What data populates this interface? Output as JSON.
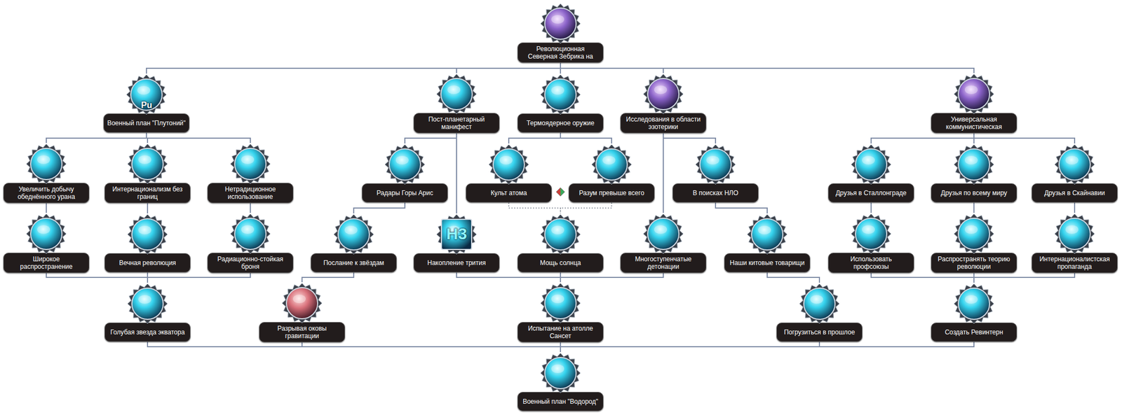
{
  "diagram": {
    "nodes": [
      {
        "text": [
          "Революционная Северная Зебрика на"
        ]
      },
      {
        "text": [
          "Военный план \"Плутоний\""
        ]
      },
      {
        "text": [
          "Пост-планетарный манифест"
        ]
      },
      {
        "text": [
          "Термоядерное оружие"
        ]
      },
      {
        "text": [
          "Исследования в области эзотерики"
        ]
      },
      {
        "text": [
          "Универсальная коммунистическая"
        ]
      },
      {
        "text": [
          "Увеличить добычу обеднённого урана"
        ]
      },
      {
        "text": [
          "Интернационализм без границ"
        ]
      },
      {
        "text": [
          "Нетрадиционное использование"
        ]
      },
      {
        "text": [
          "Радары Горы Арис"
        ]
      },
      {
        "text": [
          "Культ атома"
        ]
      },
      {
        "text": [
          "Разум превыше всего"
        ]
      },
      {
        "text": [
          "В поисках НЛО"
        ]
      },
      {
        "text": [
          "Друзья в Сталлонграде"
        ]
      },
      {
        "text": [
          "Друзья по всему миру"
        ]
      },
      {
        "text": [
          "Друзья в Скайнавии"
        ]
      },
      {
        "text": [
          "Широкое распространение"
        ]
      },
      {
        "text": [
          "Вечная революция"
        ]
      },
      {
        "text": [
          "Радиационно-стойкая броня"
        ]
      },
      {
        "text": [
          "Послание к звёздам"
        ]
      },
      {
        "text": [
          "Накопление трития"
        ]
      },
      {
        "text": [
          "Мощь солнца"
        ]
      },
      {
        "text": [
          "Многоступенчатые детонации"
        ]
      },
      {
        "text": [
          "Наши китовые товарищи"
        ]
      },
      {
        "text": [
          "Использовать профсоюзы"
        ]
      },
      {
        "text": [
          "Распространять теорию революции"
        ]
      },
      {
        "text": [
          "Интернационалистская пропаганда"
        ]
      },
      {
        "text": [
          "Голубая звезда экватора"
        ]
      },
      {
        "text": [
          "Разрывая оковы гравитации"
        ]
      },
      {
        "text": [
          "Испытание на атолле Сансет"
        ]
      },
      {
        "text": [
          "Погрузиться в прошлое"
        ]
      },
      {
        "text": [
          "Создать Ревинтерн"
        ]
      },
      {
        "text": [
          "Военный план \"Водород\""
        ]
      }
    ],
    "edges": [
      {
        "from": 0,
        "to": 1,
        "arrow": "none"
      },
      {
        "from": 0,
        "to": 2,
        "arrow": "none"
      },
      {
        "from": 0,
        "to": 3,
        "arrow": "none"
      },
      {
        "from": 0,
        "to": 4,
        "arrow": "none"
      },
      {
        "from": 0,
        "to": 5,
        "arrow": "none"
      },
      {
        "from": 1,
        "to": 6,
        "arrow": "none"
      },
      {
        "from": 1,
        "to": 7,
        "arrow": "none"
      },
      {
        "from": 1,
        "to": 8,
        "arrow": "none"
      },
      {
        "from": 2,
        "to": 9,
        "arrow": "none"
      },
      {
        "from": 2,
        "to": 20,
        "arrow": "none"
      },
      {
        "from": 3,
        "to": 10,
        "arrow": "none"
      },
      {
        "from": 3,
        "to": 11,
        "arrow": "none"
      },
      {
        "from": 4,
        "to": 12,
        "arrow": "none"
      },
      {
        "from": 4,
        "to": 22,
        "arrow": "none"
      },
      {
        "from": 5,
        "to": 13,
        "arrow": "none"
      },
      {
        "from": 5,
        "to": 14,
        "arrow": "none"
      },
      {
        "from": 5,
        "to": 15,
        "arrow": "none"
      },
      {
        "from": 6,
        "to": 16,
        "arrow": "none"
      },
      {
        "from": 7,
        "to": 17,
        "arrow": "none"
      },
      {
        "from": 8,
        "to": 18,
        "arrow": "none"
      },
      {
        "from": 9,
        "to": 19,
        "arrow": "none"
      },
      {
        "from": 10,
        "to": 21,
        "arrow": "none"
      },
      {
        "from": 11,
        "to": 21,
        "arrow": "none"
      },
      {
        "from": 12,
        "to": 23,
        "arrow": "none"
      },
      {
        "from": 13,
        "to": 24,
        "arrow": "none"
      },
      {
        "from": 14,
        "to": 25,
        "arrow": "none"
      },
      {
        "from": 15,
        "to": 26,
        "arrow": "none"
      },
      {
        "from": 16,
        "to": 27,
        "arrow": "none"
      },
      {
        "from": 17,
        "to": 27,
        "arrow": "none"
      },
      {
        "from": 18,
        "to": 27,
        "arrow": "none"
      },
      {
        "from": 19,
        "to": 28,
        "arrow": "none"
      },
      {
        "from": 20,
        "to": 29,
        "arrow": "none"
      },
      {
        "from": 21,
        "to": 29,
        "arrow": "none"
      },
      {
        "from": 22,
        "to": 29,
        "arrow": "none"
      },
      {
        "from": 23,
        "to": 30,
        "arrow": "none"
      },
      {
        "from": 24,
        "to": 31,
        "arrow": "none"
      },
      {
        "from": 25,
        "to": 31,
        "arrow": "none"
      },
      {
        "from": 26,
        "to": 31,
        "arrow": "none"
      },
      {
        "from": 27,
        "to": 32,
        "arrow": "none"
      },
      {
        "from": 28,
        "to": 32,
        "arrow": "none"
      },
      {
        "from": 29,
        "to": 32,
        "arrow": "none"
      },
      {
        "from": 30,
        "to": 32,
        "arrow": "none"
      },
      {
        "from": 31,
        "to": 32,
        "arrow": "none"
      }
    ],
    "labels": [
      "Pu",
      "H3"
    ]
  }
}
